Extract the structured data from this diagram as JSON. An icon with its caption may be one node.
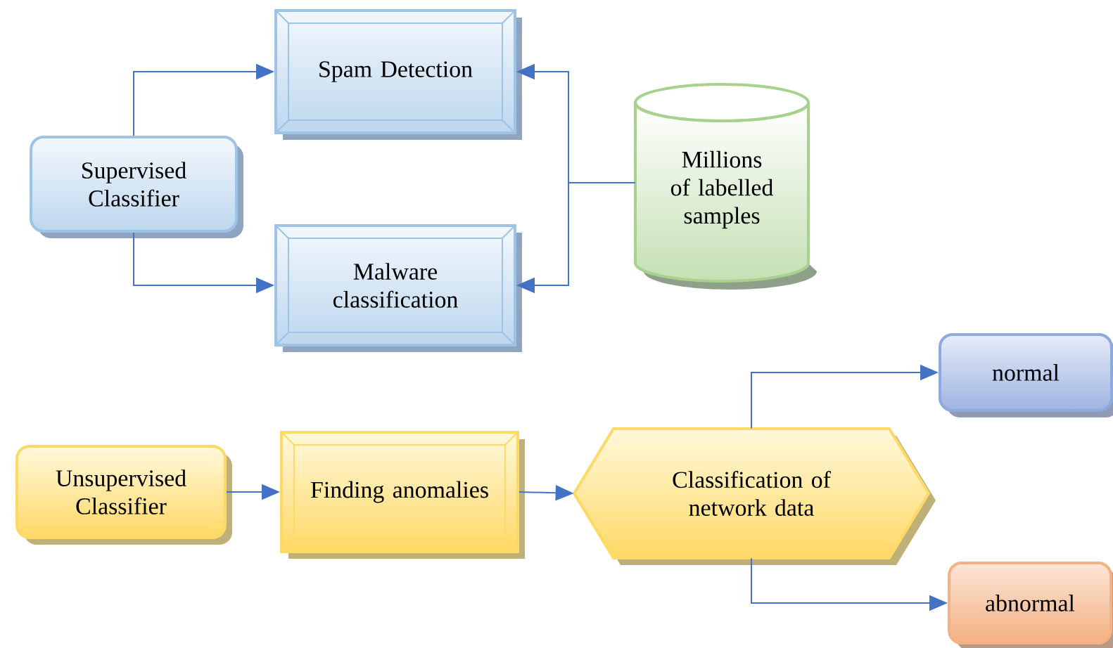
{
  "diagram": {
    "nodes": [
      {
        "text": [
          "Supervised Classifier"
        ]
      },
      {
        "text": [
          "Spam Detection"
        ]
      },
      {
        "text": [
          "Malware classification"
        ]
      },
      {
        "text": [
          "Millions of labelled samples"
        ]
      },
      {
        "text": [
          "Unsupervised Classifier"
        ]
      },
      {
        "text": [
          "Finding anomalies"
        ]
      },
      {
        "text": [
          "Classification of network data"
        ]
      },
      {
        "text": [
          "normal"
        ]
      },
      {
        "text": [
          "abnormal"
        ]
      }
    ],
    "edges": [
      {
        "from": 0,
        "to": 1,
        "arrow": "to"
      },
      {
        "from": 0,
        "to": 2,
        "arrow": "to"
      },
      {
        "from": 3,
        "to": 1,
        "arrow": "to"
      },
      {
        "from": 3,
        "to": 2,
        "arrow": "to"
      },
      {
        "from": 4,
        "to": 5,
        "arrow": "to"
      },
      {
        "from": 5,
        "to": 6,
        "arrow": "to"
      },
      {
        "from": 6,
        "to": 7,
        "arrow": "to"
      },
      {
        "from": 6,
        "to": 8,
        "arrow": "to"
      }
    ]
  }
}
